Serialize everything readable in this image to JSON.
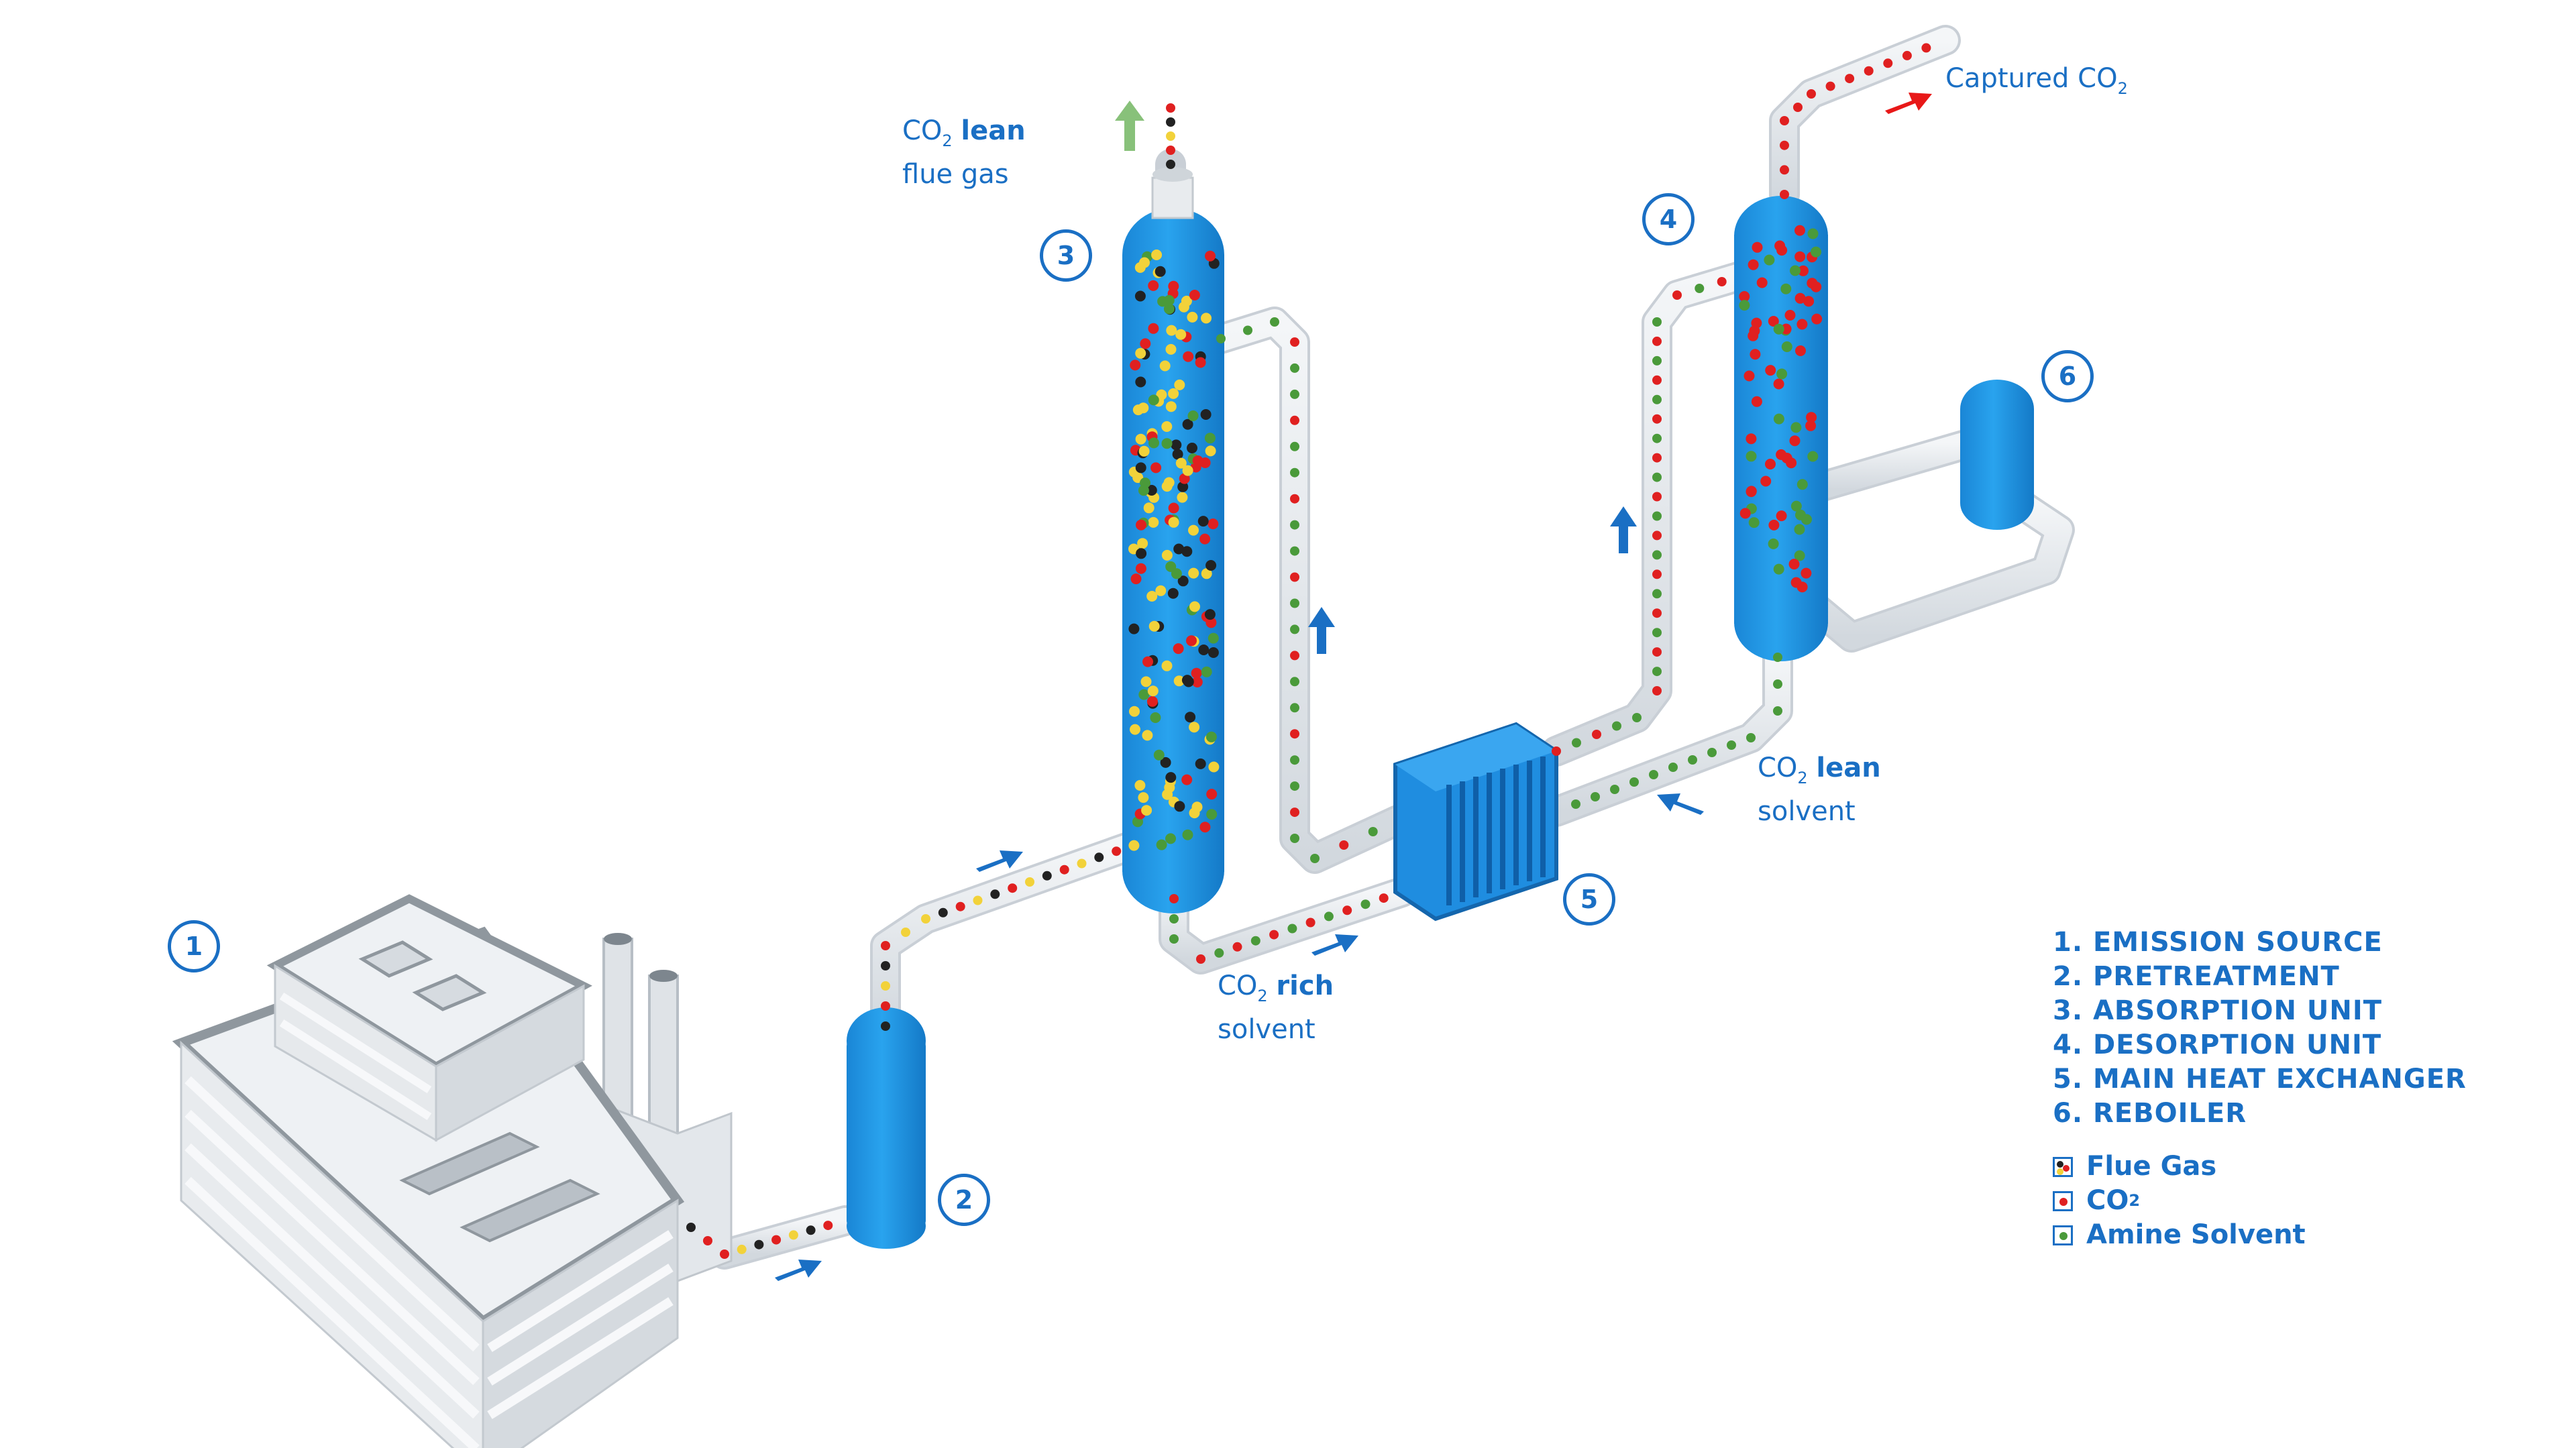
{
  "labels": {
    "co2": "CO",
    "sub2": "2",
    "lean": "lean",
    "rich": "rich",
    "flue_gas": "flue gas",
    "solvent": "solvent",
    "captured": "Captured CO"
  },
  "numbers": [
    "1",
    "2",
    "3",
    "4",
    "5",
    "6"
  ],
  "steps": [
    "1. EMISSION SOURCE",
    "2. PRETREATMENT",
    "3. ABSORPTION UNIT",
    "4. DESORPTION UNIT",
    "5. MAIN HEAT EXCHANGER",
    "6. REBOILER"
  ],
  "legend": {
    "flue_gas": "Flue Gas",
    "co2": "CO",
    "amine": "Amine Solvent"
  },
  "colors": {
    "accent": "#1a6fc4",
    "vessel": "#1e8fe0",
    "pipe": "#e4e8ec",
    "co2_dot": "#e02020",
    "amine_dot": "#4a9a3a",
    "flue_dot_yellow": "#f2d23a",
    "flue_dot_black": "#222222",
    "arrow_red": "#e81818",
    "arrow_green": "#88c17a"
  }
}
